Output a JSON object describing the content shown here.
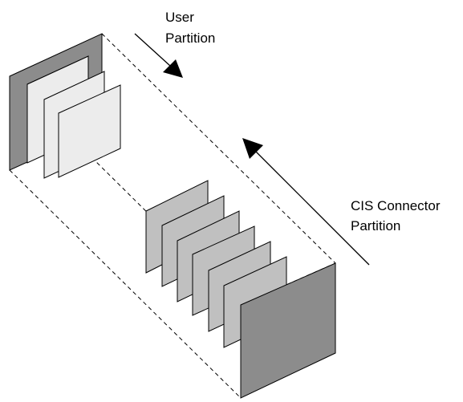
{
  "labels": {
    "user_partition": [
      "User",
      "Partition"
    ],
    "cis_connector_partition": [
      "CIS Connector",
      "Partition"
    ]
  },
  "colors": {
    "end_plate": "#8c8c8c",
    "user_sheet": "#ececec",
    "cis_sheet": "#c0c0c0",
    "stroke": "#000000",
    "dashed_stroke": "#000000"
  }
}
